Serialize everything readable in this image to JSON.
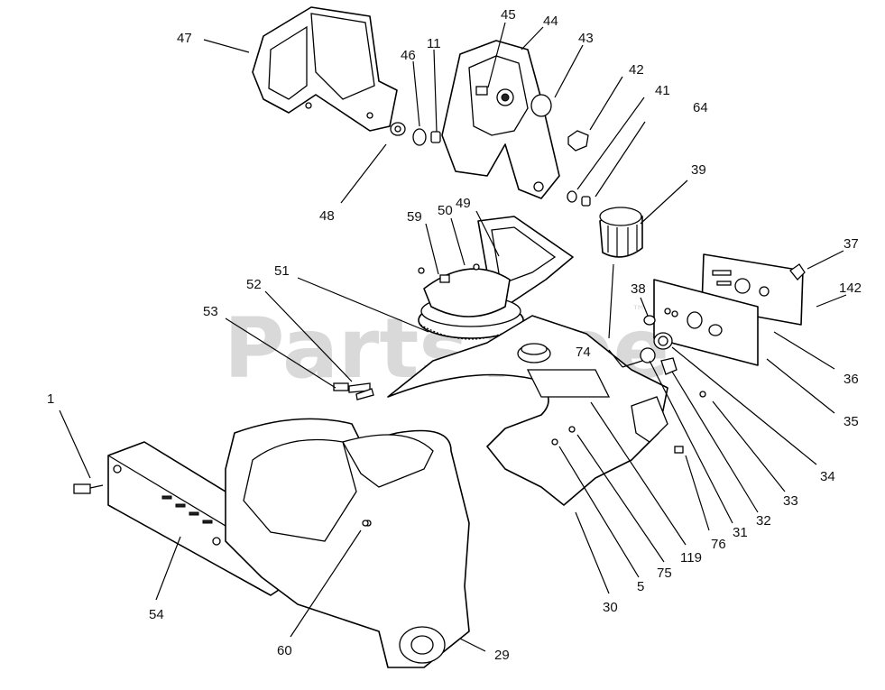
{
  "watermark": {
    "text": "PartsTree",
    "trademark": "™"
  },
  "parts": [
    {
      "id": "47",
      "label": "47"
    },
    {
      "id": "46",
      "label": "46"
    },
    {
      "id": "11",
      "label": "11"
    },
    {
      "id": "48",
      "label": "48"
    },
    {
      "id": "45",
      "label": "45"
    },
    {
      "id": "44",
      "label": "44"
    },
    {
      "id": "43",
      "label": "43"
    },
    {
      "id": "42",
      "label": "42"
    },
    {
      "id": "41",
      "label": "41"
    },
    {
      "id": "64",
      "label": "64"
    },
    {
      "id": "39",
      "label": "39"
    },
    {
      "id": "59",
      "label": "59"
    },
    {
      "id": "50",
      "label": "50"
    },
    {
      "id": "49",
      "label": "49"
    },
    {
      "id": "51",
      "label": "51"
    },
    {
      "id": "52",
      "label": "52"
    },
    {
      "id": "53",
      "label": "53"
    },
    {
      "id": "1",
      "label": "1"
    },
    {
      "id": "37",
      "label": "37"
    },
    {
      "id": "142",
      "label": "142"
    },
    {
      "id": "38",
      "label": "38"
    },
    {
      "id": "74",
      "label": "74"
    },
    {
      "id": "36",
      "label": "36"
    },
    {
      "id": "35",
      "label": "35"
    },
    {
      "id": "34",
      "label": "34"
    },
    {
      "id": "33",
      "label": "33"
    },
    {
      "id": "32",
      "label": "32"
    },
    {
      "id": "31",
      "label": "31"
    },
    {
      "id": "76",
      "label": "76"
    },
    {
      "id": "119",
      "label": "119"
    },
    {
      "id": "75",
      "label": "75"
    },
    {
      "id": "5",
      "label": "5"
    },
    {
      "id": "30",
      "label": "30"
    },
    {
      "id": "54",
      "label": "54"
    },
    {
      "id": "60",
      "label": "60"
    },
    {
      "id": "29",
      "label": "29"
    }
  ]
}
